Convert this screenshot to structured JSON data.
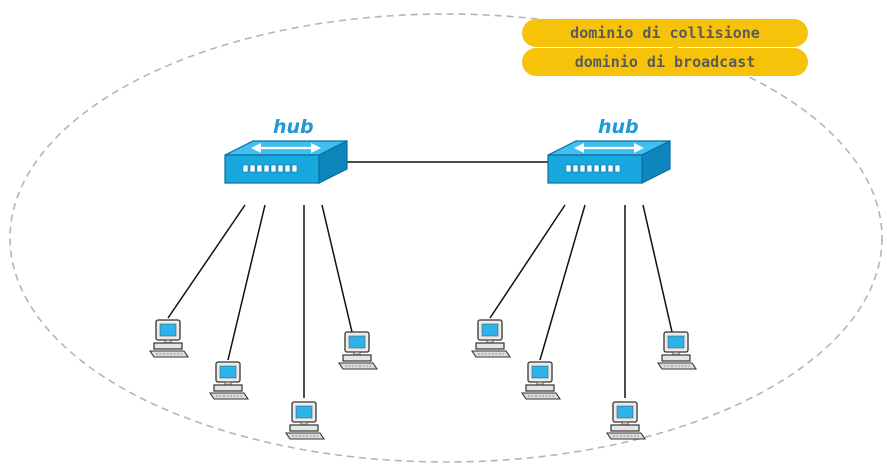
{
  "legend": {
    "collision_domain": "dominio di collisione",
    "broadcast_domain": "dominio di broadcast"
  },
  "hubs": [
    {
      "label": "hub"
    },
    {
      "label": "hub"
    }
  ],
  "colors": {
    "hub_body": "#19a7e0",
    "hub_dark": "#0b6f9b",
    "hub_label": "#1f9ad6",
    "tag_fill": "#f7c30a",
    "boundary": "#b5b5b5",
    "link": "#111111",
    "screen": "#2bb4ec"
  },
  "computers_per_hub": 4
}
